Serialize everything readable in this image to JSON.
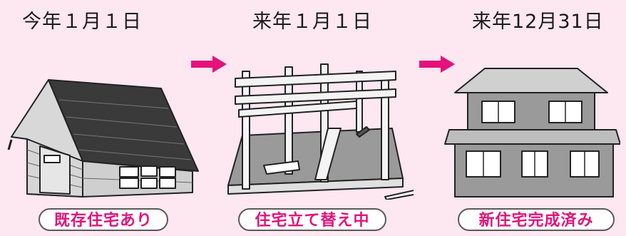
{
  "stages": [
    {
      "date": "今年１月１日",
      "label": "既存住宅あり"
    },
    {
      "date": "来年１月１日",
      "label": "住宅立て替え中"
    },
    {
      "date": "来年12月31日",
      "label": "新住宅完成済み"
    }
  ],
  "icons": [
    "old-house-illustration",
    "house-frame-illustration",
    "new-house-illustration",
    "arrow-right-icon"
  ],
  "colors": {
    "background": "#fde7f1",
    "accent": "#e4127a"
  }
}
